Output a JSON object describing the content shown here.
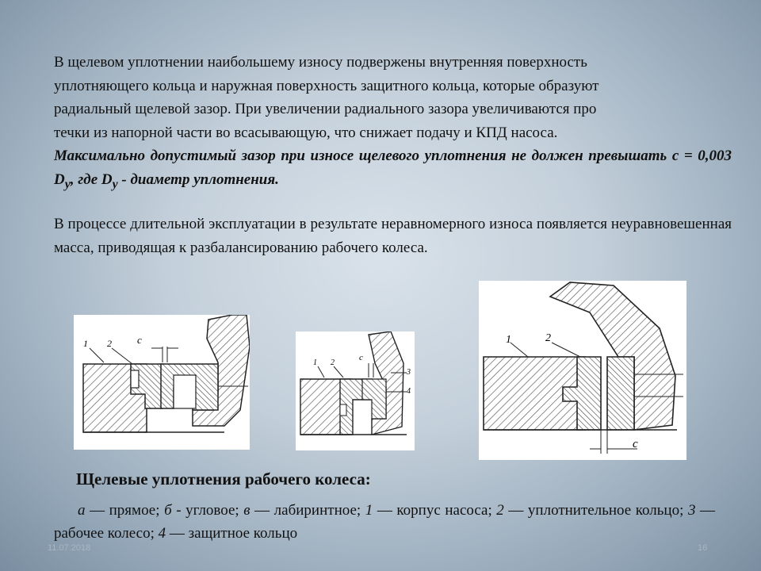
{
  "paragraph1": {
    "lines": [
      "В щелевом уплотнении  наибольшему износу подвержены внутренняя поверхность",
      "уплотняющего кольца и наружная поверхность защитного кольца, которые образуют",
      "радиальный щелевой зазор. При увеличении радиального зазора увеличиваются про",
      "течки из напорной части во всасывающую, что снижает подачу и КПД насоса."
    ],
    "bold_part1": "Максимально допустимый зазор при износе щелевого уплотнения не должен превышать с = 0,003 D",
    "bold_sub1": "у",
    "bold_part2": ", где D",
    "bold_sub2": "у",
    "bold_part3": " - диаметр уплотнения."
  },
  "paragraph2": "В процессе длительной эксплуатации в результате неравномерного износа появляется неуравновешенная масса, приводящая к разбалансированию рабочего колеса.",
  "figures": {
    "a_labels": [
      "1",
      "2",
      "c"
    ],
    "b_labels": [
      "1",
      "2",
      "c",
      "3",
      "4"
    ],
    "c_labels": [
      "1",
      "2",
      "c"
    ]
  },
  "caption": {
    "title": "Щелевые уплотнения рабочего колеса:",
    "a": "а",
    "a_text": " — прямое; ",
    "b": "б",
    "b_text": " - угловое; ",
    "v": "в",
    "v_text": " — лабиринтное; ",
    "n1": "1",
    "n1_text": " — корпус насоса; ",
    "n2": "2",
    "n2_text": " — уплотнительное кольцо; ",
    "n3": "3",
    "n3_text": " — рабочее колесо; ",
    "n4": "4",
    "n4_text": " — защитное кольцо"
  },
  "footer": {
    "date": "11.07.2018",
    "page": "16"
  }
}
